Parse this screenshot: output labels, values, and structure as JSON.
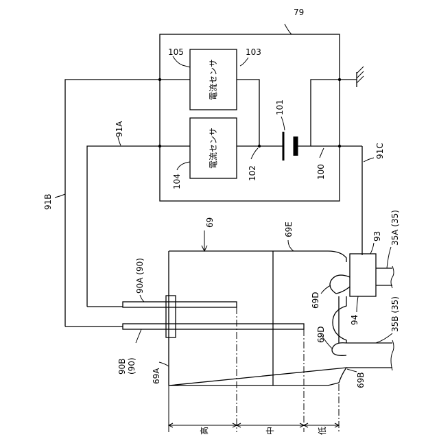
{
  "figure": {
    "labels": {
      "controller": "79",
      "sensor_upper_ref": "105",
      "sensor_upper_line": "103",
      "battery": "101",
      "line_91A": "91A",
      "line_91B": "91B",
      "line_91C": "91C",
      "sensor_lower_ref": "104",
      "sensor_lower_line": "102",
      "node_100": "100",
      "tank": "69",
      "tank_part_E": "69E",
      "electrode_A": "90A (90)",
      "electrode_B_top": "90B",
      "electrode_B_bot": "(90)",
      "tank_part_A": "69A",
      "pipe_93": "93",
      "pipe_35A": "35A (35)",
      "pipe_69D_upper": "69D",
      "pipe_94": "94",
      "pipe_35B": "35B (35)",
      "pipe_69D_lower": "69D",
      "pipe_69B": "69B"
    },
    "sensors": {
      "upper": "電流センサ",
      "lower": "電流センサ"
    },
    "levels": {
      "high": "高",
      "mid": "中",
      "low": "低"
    }
  }
}
